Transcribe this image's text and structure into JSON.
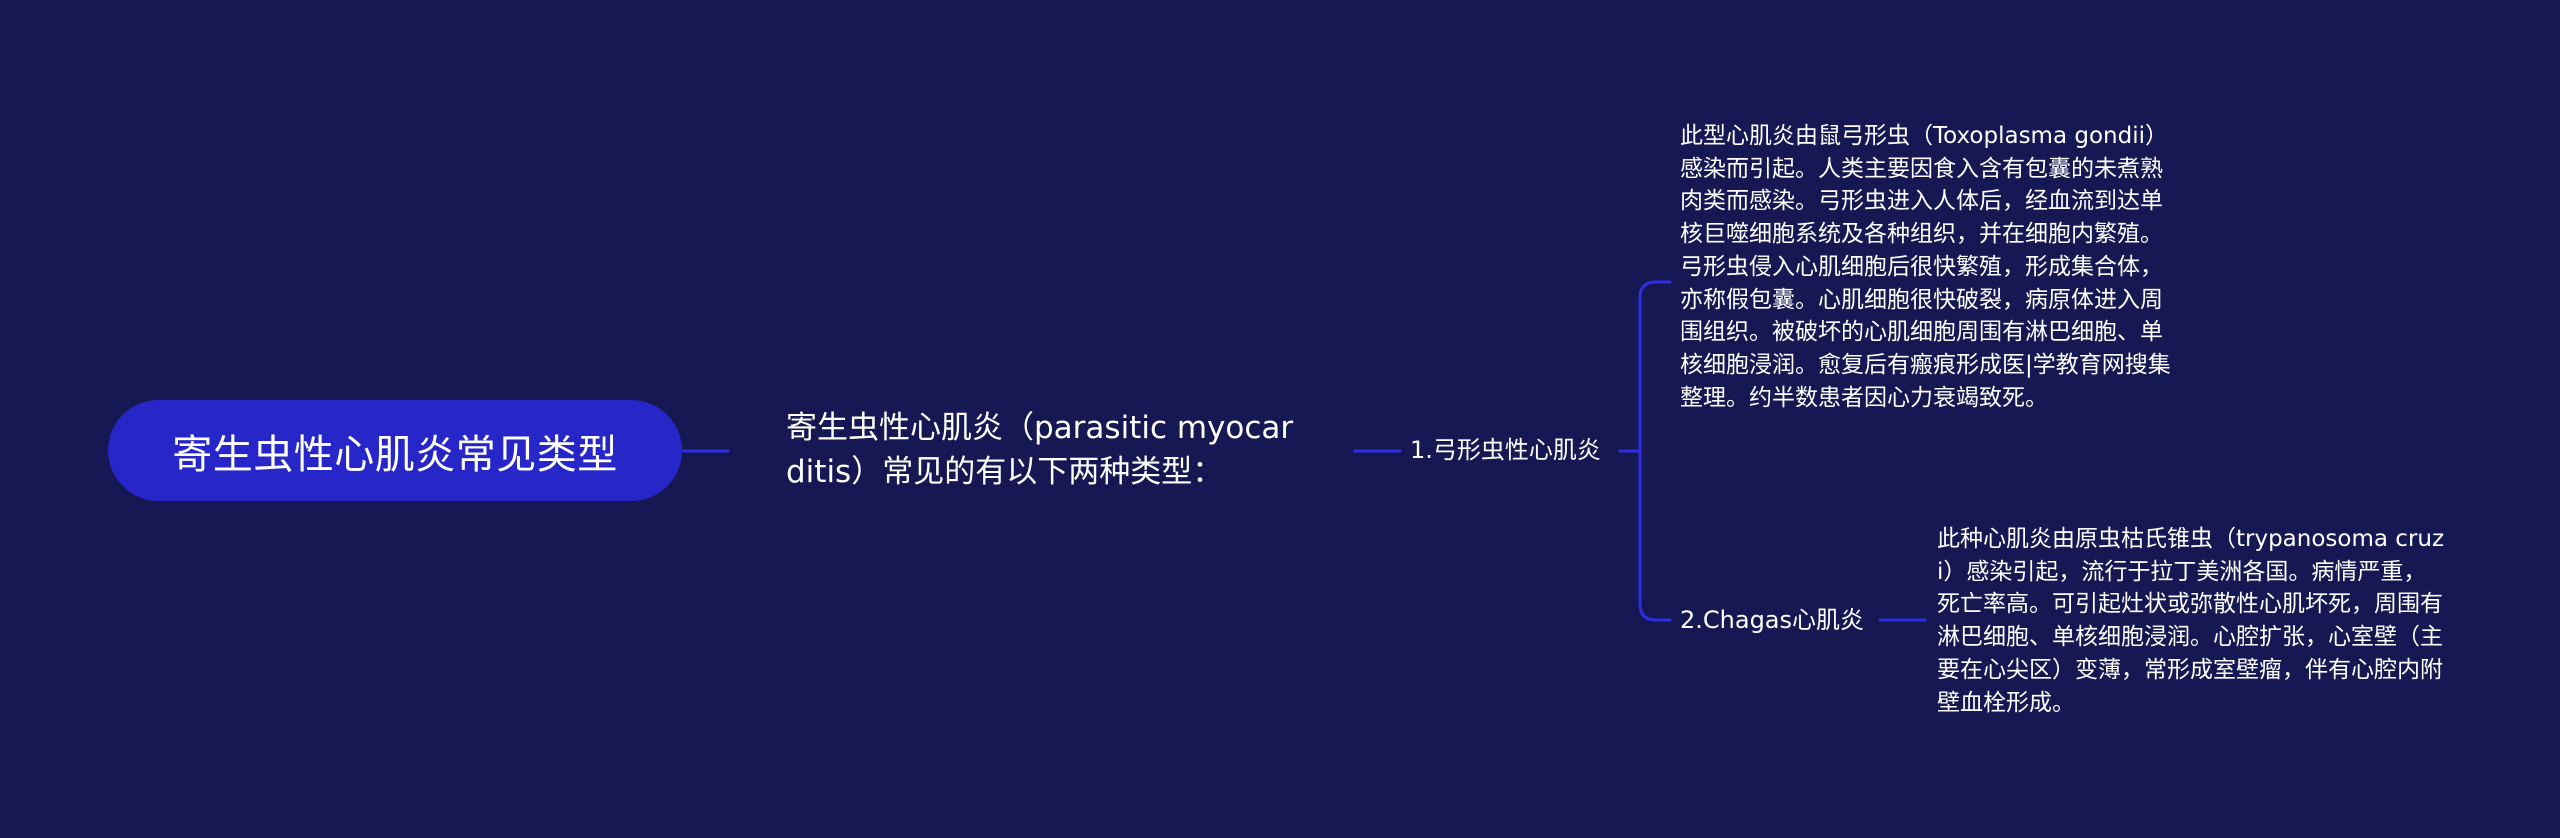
{
  "map": {
    "root": "寄生虫性心肌炎常见类型",
    "level1": "寄生虫性心肌炎（parasitic myocarditis）常见的有以下两种类型：",
    "branches": [
      {
        "label": "1.弓形虫性心肌炎",
        "detail": "此型心肌炎由鼠弓形虫（Toxoplasma gondii）感染而引起。人类主要因食入含有包囊的未煮熟肉类而感染。弓形虫进入人体后，经血流到达单核巨噬细胞系统及各种组织，并在细胞内繁殖。弓形虫侵入心肌细胞后很快繁殖，形成集合体，亦称假包囊。心肌细胞很快破裂，病原体进入周围组织。被破坏的心肌细胞周围有淋巴细胞、单核细胞浸润。愈复后有瘢痕形成医|学教育网搜集整理。约半数患者因心力衰竭致死。"
      },
      {
        "label": "2.Chagas心肌炎",
        "detail": "此种心肌炎由原虫枯氏锥虫（trypanosoma cruzi）感染引起，流行于拉丁美洲各国。病情严重，死亡率高。可引起灶状或弥散性心肌坏死，周围有淋巴细胞、单核细胞浸润。心腔扩张，心室壁（主要在心尖区）变薄，常形成室壁瘤，伴有心腔内附壁血栓形成。"
      }
    ]
  },
  "colors": {
    "background": "#161853",
    "root_fill": "#2626C9",
    "connector": "#2E2EE0",
    "text": "#FFFFFF"
  }
}
